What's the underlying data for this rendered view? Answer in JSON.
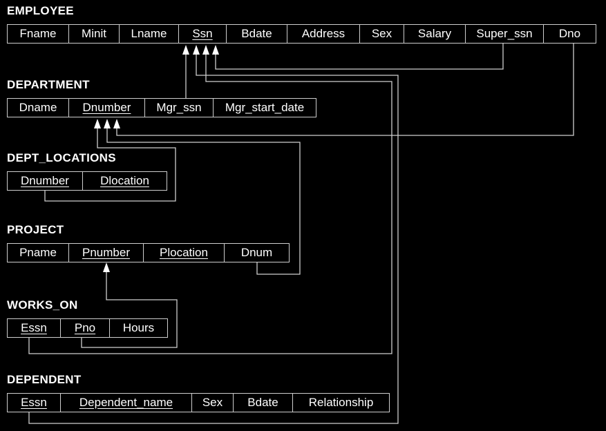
{
  "relations": {
    "employee": {
      "name": "EMPLOYEE",
      "attrs": [
        {
          "label": "Fname",
          "pk": false
        },
        {
          "label": "Minit",
          "pk": false
        },
        {
          "label": "Lname",
          "pk": false
        },
        {
          "label": "Ssn",
          "pk": true
        },
        {
          "label": "Bdate",
          "pk": false
        },
        {
          "label": "Address",
          "pk": false
        },
        {
          "label": "Sex",
          "pk": false
        },
        {
          "label": "Salary",
          "pk": false
        },
        {
          "label": "Super_ssn",
          "pk": false
        },
        {
          "label": "Dno",
          "pk": false
        }
      ]
    },
    "department": {
      "name": "DEPARTMENT",
      "attrs": [
        {
          "label": "Dname",
          "pk": false
        },
        {
          "label": "Dnumber",
          "pk": true
        },
        {
          "label": "Mgr_ssn",
          "pk": false
        },
        {
          "label": "Mgr_start_date",
          "pk": false
        }
      ]
    },
    "dept_locations": {
      "name": "DEPT_LOCATIONS",
      "attrs": [
        {
          "label": "Dnumber",
          "pk": true
        },
        {
          "label": "Dlocation",
          "pk": true
        }
      ]
    },
    "project": {
      "name": "PROJECT",
      "attrs": [
        {
          "label": "Pname",
          "pk": false
        },
        {
          "label": "Pnumber",
          "pk": true
        },
        {
          "label": "Plocation",
          "pk": true
        },
        {
          "label": "Dnum",
          "pk": false
        }
      ]
    },
    "works_on": {
      "name": "WORKS_ON",
      "attrs": [
        {
          "label": "Essn",
          "pk": true
        },
        {
          "label": "Pno",
          "pk": true
        },
        {
          "label": "Hours",
          "pk": false
        }
      ]
    },
    "dependent": {
      "name": "DEPENDENT",
      "attrs": [
        {
          "label": "Essn",
          "pk": true
        },
        {
          "label": "Dependent_name",
          "pk": true
        },
        {
          "label": "Sex",
          "pk": false
        },
        {
          "label": "Bdate",
          "pk": false
        },
        {
          "label": "Relationship",
          "pk": false
        }
      ]
    }
  },
  "references": [
    {
      "from": "EMPLOYEE.Super_ssn",
      "to": "EMPLOYEE.Ssn"
    },
    {
      "from": "EMPLOYEE.Dno",
      "to": "DEPARTMENT.Dnumber"
    },
    {
      "from": "DEPARTMENT.Mgr_ssn",
      "to": "EMPLOYEE.Ssn"
    },
    {
      "from": "DEPT_LOCATIONS.Dnumber",
      "to": "DEPARTMENT.Dnumber"
    },
    {
      "from": "PROJECT.Dnum",
      "to": "DEPARTMENT.Dnumber"
    },
    {
      "from": "WORKS_ON.Essn",
      "to": "EMPLOYEE.Ssn"
    },
    {
      "from": "WORKS_ON.Pno",
      "to": "PROJECT.Pnumber"
    },
    {
      "from": "DEPENDENT.Essn",
      "to": "EMPLOYEE.Ssn"
    }
  ],
  "colors": {
    "background": "#000000",
    "line": "#cfcfcf",
    "text": "#ffffff"
  }
}
